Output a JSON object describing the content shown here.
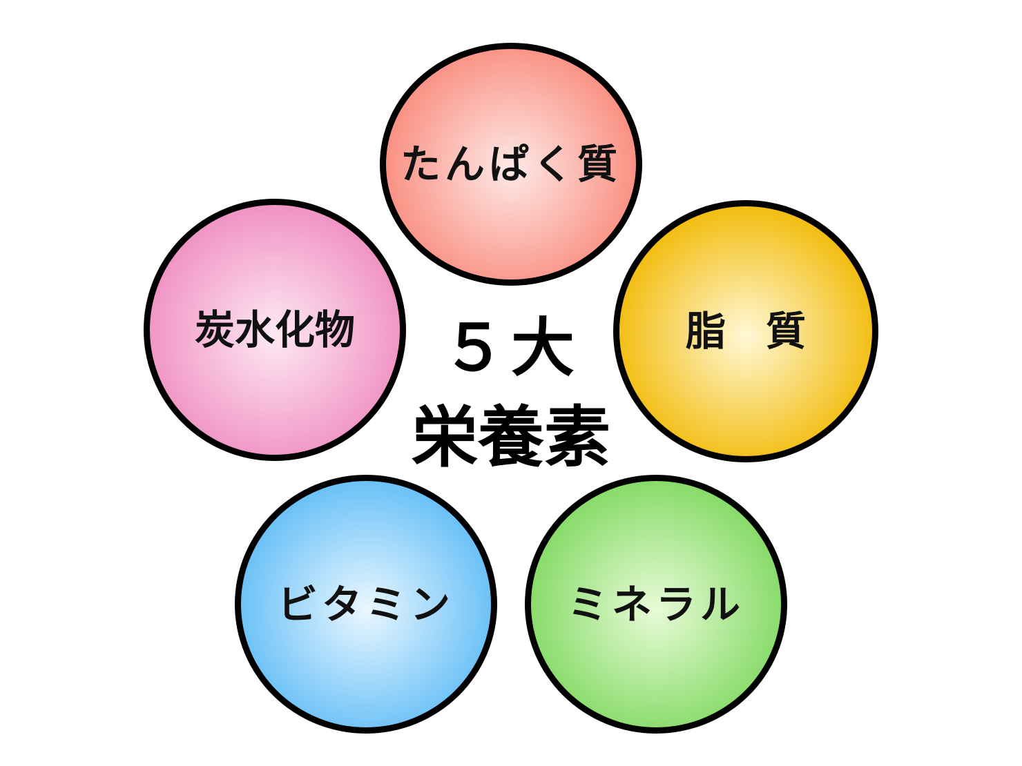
{
  "center": {
    "line1": "５大",
    "line2": "栄養素"
  },
  "nutrients": [
    {
      "id": "protein",
      "label": "たんぱく質",
      "color_edge": "#f98a7c",
      "color_center": "#fde9e6"
    },
    {
      "id": "fat",
      "label": "脂　質",
      "color_edge": "#f1b800",
      "color_center": "#fff8d6"
    },
    {
      "id": "carbohydrate",
      "label": "炭水化物",
      "color_edge": "#ef8cc0",
      "color_center": "#fde9f3"
    },
    {
      "id": "vitamin",
      "label": "ビタミン",
      "color_edge": "#5fbcf6",
      "color_center": "#eaf7ff"
    },
    {
      "id": "mineral",
      "label": "ミネラル",
      "color_edge": "#7fd85f",
      "color_center": "#e8fbd8"
    }
  ]
}
